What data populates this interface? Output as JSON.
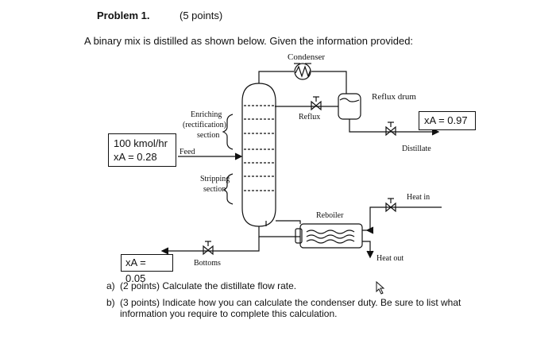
{
  "header": {
    "problem": "Problem 1.",
    "points": "(5 points)"
  },
  "intro": "A binary mix is distilled as shown below. Given the information provided:",
  "diagram": {
    "condenser": "Condenser",
    "reflux_drum": "Reflux drum",
    "reflux": "Reflux",
    "enriching_1": "Enriching",
    "enriching_2": "(rectification)",
    "enriching_3": "section",
    "feed": "Feed",
    "stripping_1": "Stripping",
    "stripping_2": "section",
    "distillate": "Distillate",
    "heat_in": "Heat in",
    "reboiler": "Reboiler",
    "heat_out": "Heat out",
    "bottoms": "Bottoms"
  },
  "boxes": {
    "feed_flow": "100 kmol/hr",
    "feed_x": "xA = 0.28",
    "distillate_x": "xA = 0.97",
    "bottoms_x": "xA = 0.05"
  },
  "questions": {
    "a_label": "a)",
    "a_text": "(2 points) Calculate the distillate flow rate.",
    "b_label": "b)",
    "b_text_1": "(3 points) Indicate how you can calculate the condenser duty. Be sure to list what",
    "b_text_2": "information you require to complete this calculation."
  }
}
